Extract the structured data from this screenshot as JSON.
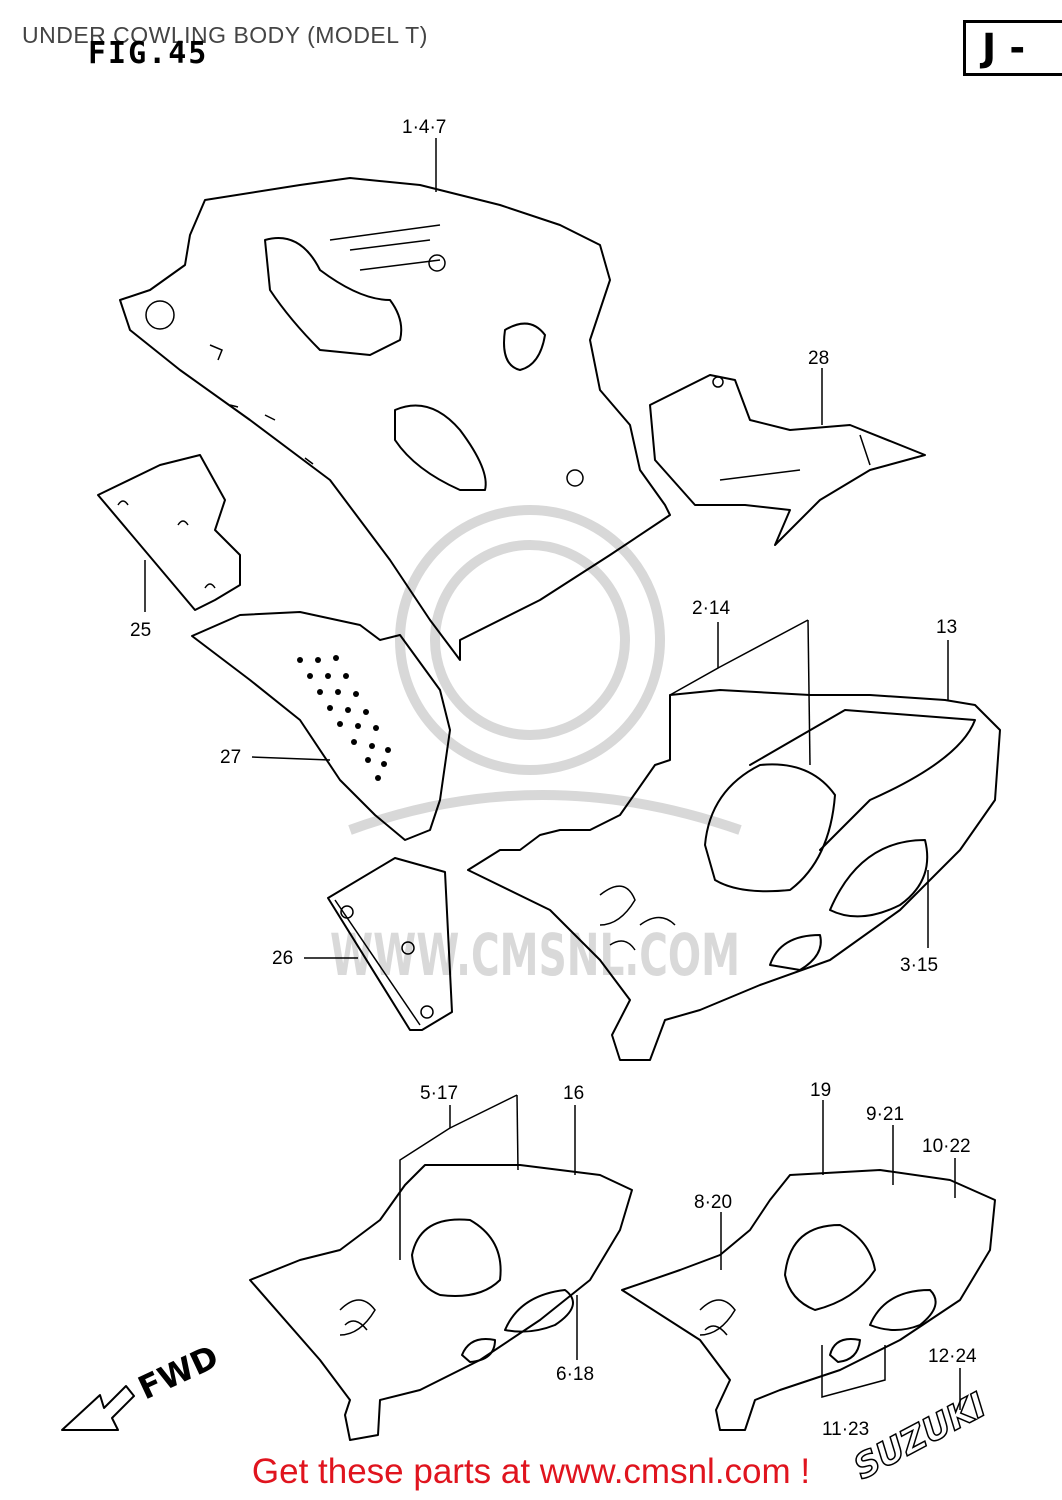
{
  "header": {
    "title": "UNDER COWLING BODY (MODEL T)",
    "figure": "FIG.45",
    "section_code": "J -"
  },
  "diagram": {
    "callouts": [
      {
        "id": "c-1-4-7",
        "text": "1·4·7"
      },
      {
        "id": "c-28",
        "text": "28"
      },
      {
        "id": "c-25",
        "text": "25"
      },
      {
        "id": "c-2-14",
        "text": "2·14"
      },
      {
        "id": "c-13",
        "text": "13"
      },
      {
        "id": "c-27",
        "text": "27"
      },
      {
        "id": "c-26",
        "text": "26"
      },
      {
        "id": "c-3-15",
        "text": "3·15"
      },
      {
        "id": "c-5-17",
        "text": "5·17"
      },
      {
        "id": "c-16",
        "text": "16"
      },
      {
        "id": "c-19",
        "text": "19"
      },
      {
        "id": "c-9-21",
        "text": "9·21"
      },
      {
        "id": "c-10-22",
        "text": "10·22"
      },
      {
        "id": "c-8-20",
        "text": "8·20"
      },
      {
        "id": "c-6-18",
        "text": "6·18"
      },
      {
        "id": "c-12-24",
        "text": "12·24"
      },
      {
        "id": "c-11-23",
        "text": "11·23"
      }
    ],
    "fwd_label": "FWD",
    "brand_mark": "SUZUKI",
    "watermark": "WWW.CMSNL.COM"
  },
  "footer": {
    "text": "Get these parts at www.cmsnl.com !",
    "color": "#e0141e"
  }
}
